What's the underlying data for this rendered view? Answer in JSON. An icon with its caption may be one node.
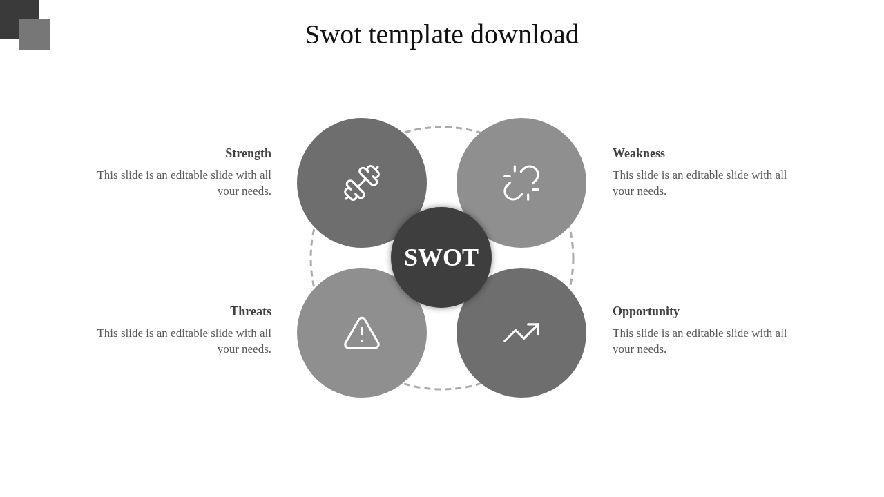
{
  "diagram": {
    "title": "Swot template download",
    "nodes": [
      {
        "text": [],
        "shape": "circle",
        "beside": [
          "Strength",
          "This slide is an editable slide with all your needs."
        ]
      },
      {
        "text": [],
        "shape": "circle",
        "beside": [
          "Weakness",
          "This slide is an editable slide with all your needs."
        ]
      },
      {
        "text": [
          "SWOT"
        ]
      },
      {
        "text": [],
        "shape": "circle",
        "beside": [
          "Threats",
          "This slide is an editable slide with all your needs."
        ]
      },
      {
        "text": [],
        "shape": "circle",
        "beside": [
          "Opportunity",
          "This slide is an editable slide with all your needs."
        ]
      }
    ]
  }
}
